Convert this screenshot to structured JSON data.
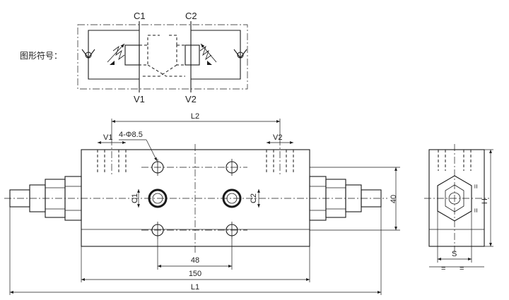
{
  "symbol": {
    "caption": "图形符号：",
    "ports": {
      "c1": "C1",
      "c2": "C2",
      "v1": "V1",
      "v2": "V2"
    }
  },
  "front_view": {
    "dims": {
      "l2": "L2",
      "v1": "V1",
      "v2": "V2",
      "holes": "4-Φ8.5",
      "c1": "C1",
      "c2": "C2",
      "d48": "48",
      "d150": "150",
      "d40": "40",
      "l1": "L1"
    }
  },
  "side_view": {
    "dims": {
      "h_upper": "=",
      "h_lower": "=",
      "h": "H",
      "s": "S",
      "eq_left": "=",
      "eq_right": "="
    }
  }
}
